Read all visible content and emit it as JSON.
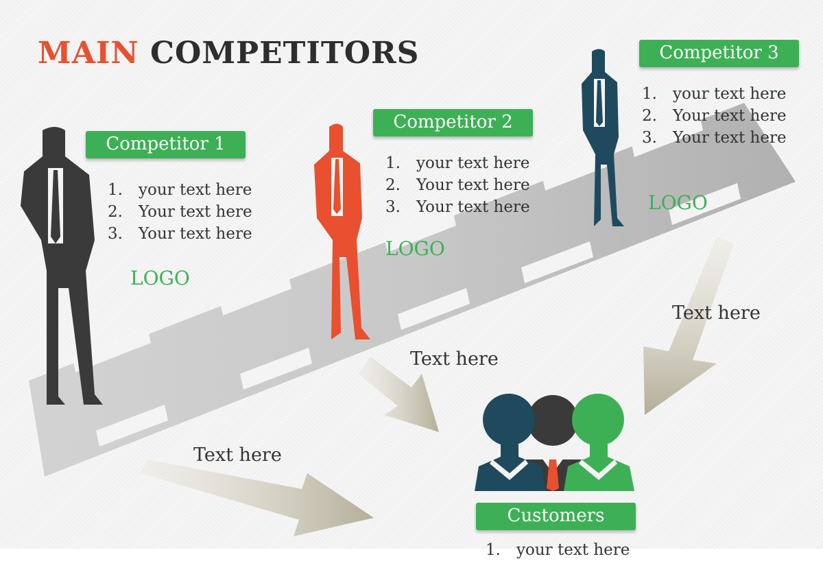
{
  "title": {
    "word1": "MAIN",
    "word2": "COMPETITORS"
  },
  "colors": {
    "accent_red": "#e8502f",
    "accent_green": "#3db055",
    "navy": "#1f4a5e",
    "dark_gray": "#3a3a3a"
  },
  "competitors": [
    {
      "name": "Competitor 1",
      "logo": "LOGO",
      "figure_color": "#3a3a3a",
      "items": [
        {
          "num": "1.",
          "text": "your text here"
        },
        {
          "num": "2.",
          "text": "Your text here"
        },
        {
          "num": "3.",
          "text": "Your text here"
        }
      ]
    },
    {
      "name": "Competitor 2",
      "logo": "LOGO",
      "figure_color": "#e8502f",
      "items": [
        {
          "num": "1.",
          "text": "your text here"
        },
        {
          "num": "2.",
          "text": "Your text here"
        },
        {
          "num": "3.",
          "text": "Your text here"
        }
      ]
    },
    {
      "name": "Competitor 3",
      "logo": "LOGO",
      "figure_color": "#1f4a5e",
      "items": [
        {
          "num": "1.",
          "text": "your text here"
        },
        {
          "num": "2.",
          "text": "Your text here"
        },
        {
          "num": "3.",
          "text": "Your text here"
        }
      ]
    }
  ],
  "arrow_notes": {
    "left": "Text here",
    "middle": "Text here",
    "right": "Text here"
  },
  "customers": {
    "label": "Customers",
    "icon": "customers-group-icon",
    "items": [
      {
        "num": "1.",
        "text": "your text here"
      }
    ]
  }
}
